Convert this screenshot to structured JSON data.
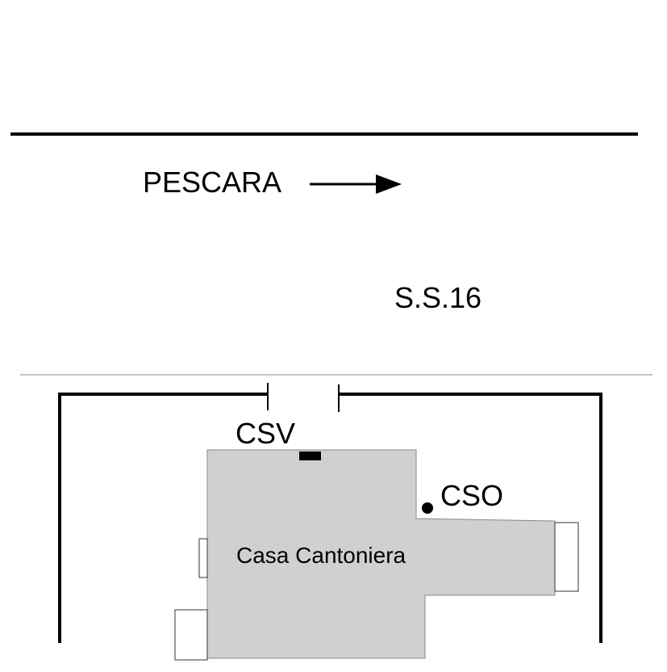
{
  "labels": {
    "direction": "PESCARA",
    "road": "S.S.16",
    "csv": "CSV",
    "cso": "CSO",
    "building": "Casa Cantoniera"
  },
  "colors": {
    "ink": "#000000",
    "building_fill": "#d0d0d0",
    "thin_line": "#888888",
    "background": "#ffffff"
  }
}
